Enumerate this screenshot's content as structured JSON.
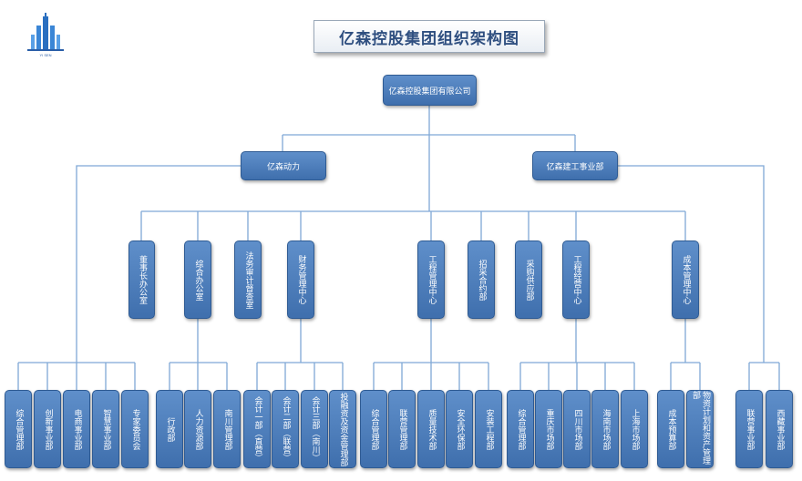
{
  "title": "亿森控股集团组织架构图",
  "logo_text": "YI SEN",
  "colors": {
    "box": "#4a78b8",
    "line": "#7fa8d6",
    "title_text": "#2f4f80"
  },
  "org": {
    "root": "亿森控股集团有限公司",
    "branch_left": "亿森动力",
    "branch_right": "亿森建工事业部",
    "mid": {
      "dongshizhang": "董事长办公室",
      "zonghe": "综合办公室",
      "fawu": "法务审计督查室",
      "caiwu": "财务管理中心",
      "gongcheng": "工程管理中心",
      "zhaocai": "招采合约部",
      "caigou": "采购供应部",
      "jingying": "工程经营中心",
      "chengben": "成本管理中心"
    },
    "leaf": {
      "zonghe_guanli_1": "综合管理部",
      "chuangxin": "创新事业部",
      "dianshang": "电商事业部",
      "zhihui": "智慧事业部",
      "zhuanjia": "专家委员会",
      "xingzheng": "行政部",
      "renli": "人力资源部",
      "nanchuan": "南川管理部",
      "kuaiji1": "会计一部（直营）",
      "kuaiji2": "会计二部（联营）",
      "kuaiji3": "会计三部（南川）",
      "touzi": "投融资及资金管理部",
      "zonghe_guanli_2": "综合管理部",
      "lianying": "联营管理部",
      "zhiliang": "质量技术部",
      "anquan": "安全环保部",
      "anzhuang": "安装工程部",
      "zonghe_guanli_3": "综合管理部",
      "chongqing": "重庆市场部",
      "sichuan": "四川市场部",
      "hainan": "海南市场部",
      "shanghai": "上海市场部",
      "yusuan": "成本预算部",
      "wuzi": "物资计划和资产管理部",
      "lianying_shiye": "联营事业部",
      "xizang": "西藏事业部"
    }
  }
}
